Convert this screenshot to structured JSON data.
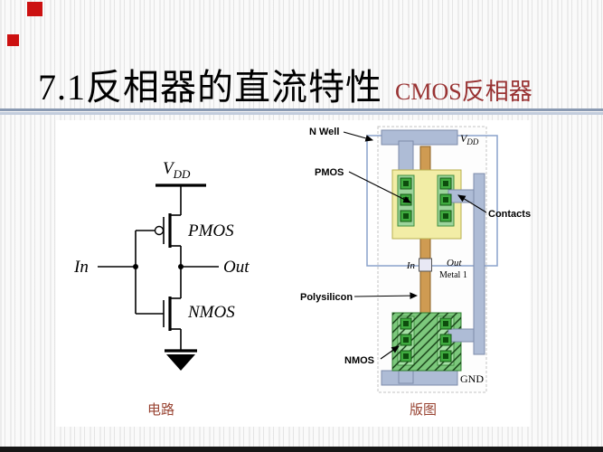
{
  "title": {
    "main": "7.1反相器的直流特性",
    "sub": "CMOS反相器"
  },
  "captions": {
    "circuit": "电路",
    "layout": "版图"
  },
  "circuit": {
    "vdd": {
      "base": "V",
      "sub": "DD"
    },
    "pmos": "PMOS",
    "nmos": "NMOS",
    "in": "In",
    "out": "Out"
  },
  "layout": {
    "nwell": "N Well",
    "pmos": "PMOS",
    "contacts": "Contacts",
    "polysilicon": "Polysilicon",
    "nmos": "NMOS",
    "in": "In",
    "out": "Out",
    "metal1": "Metal 1",
    "vdd": {
      "base": "V",
      "sub": "DD"
    },
    "gnd": "GND"
  },
  "colors": {
    "red-square": "#cc1111",
    "title-red": "#993333",
    "caption-red": "#994433",
    "metal": "#aebcd6",
    "poly": "#cf9b52",
    "active-yellow": "#f2eda6",
    "diff-green": "#7cc87c",
    "contact-green": "#3faa3f"
  }
}
